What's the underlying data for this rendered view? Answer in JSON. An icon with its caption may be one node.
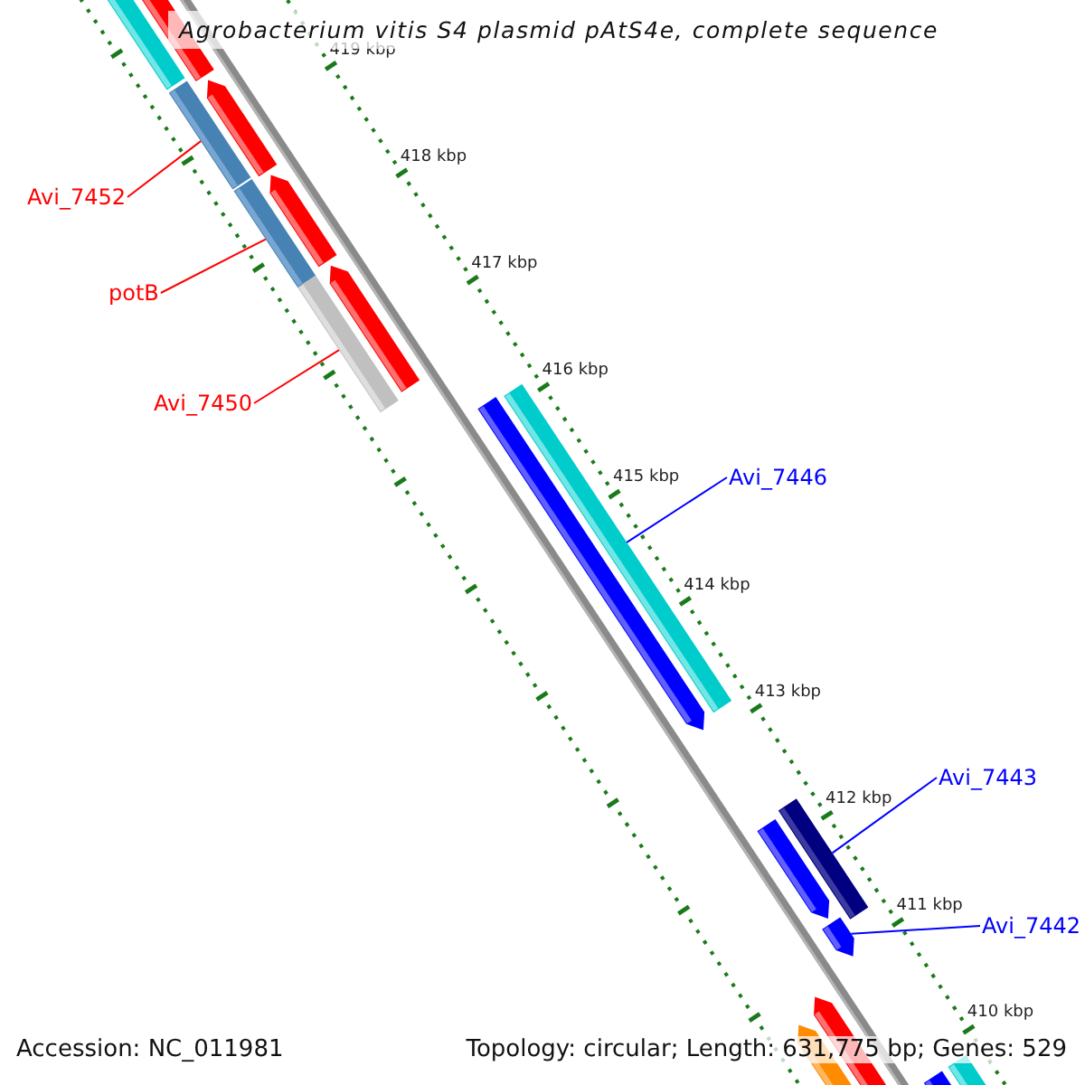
{
  "diagram": {
    "title": "Agrobacterium vitis S4 plasmid pAtS4e, complete sequence",
    "nodes": [
      {
        "text": [
          "Avi_7452"
        ]
      },
      {
        "text": [],
        "shape": "bar"
      },
      {
        "text": [
          "potB"
        ]
      },
      {
        "text": [],
        "shape": "bar"
      },
      {
        "text": [
          "Avi_7450"
        ]
      },
      {
        "text": [],
        "shape": "bar"
      },
      {
        "text": [
          "Avi_7446"
        ]
      },
      {
        "text": [],
        "shape": "bar"
      },
      {
        "text": [
          "Avi_7443"
        ]
      },
      {
        "text": [],
        "shape": "bar"
      },
      {
        "text": [
          "Avi_7442"
        ]
      },
      {
        "text": [],
        "shape": "arrow"
      }
    ],
    "edges": [
      {
        "from": 0,
        "to": 1,
        "arrow": "none",
        "color": "#ff0000"
      },
      {
        "from": 2,
        "to": 3,
        "arrow": "none",
        "color": "#ff0000"
      },
      {
        "from": 4,
        "to": 5,
        "arrow": "none",
        "color": "#ff0000"
      },
      {
        "from": 6,
        "to": 7,
        "arrow": "none",
        "color": "#0000ff"
      },
      {
        "from": 8,
        "to": 9,
        "arrow": "none",
        "color": "#0000ff"
      },
      {
        "from": 10,
        "to": 11,
        "arrow": "none",
        "color": "#0000ff"
      }
    ],
    "labels": [
      "419 kbp",
      "418 kbp",
      "417 kbp",
      "416 kbp",
      "415 kbp",
      "414 kbp",
      "413 kbp",
      "412 kbp",
      "411 kbp",
      "410 kbp",
      "Accession: NC_011981",
      "Topology: circular; Length: 631,775 bp; Genes: 529"
    ]
  }
}
